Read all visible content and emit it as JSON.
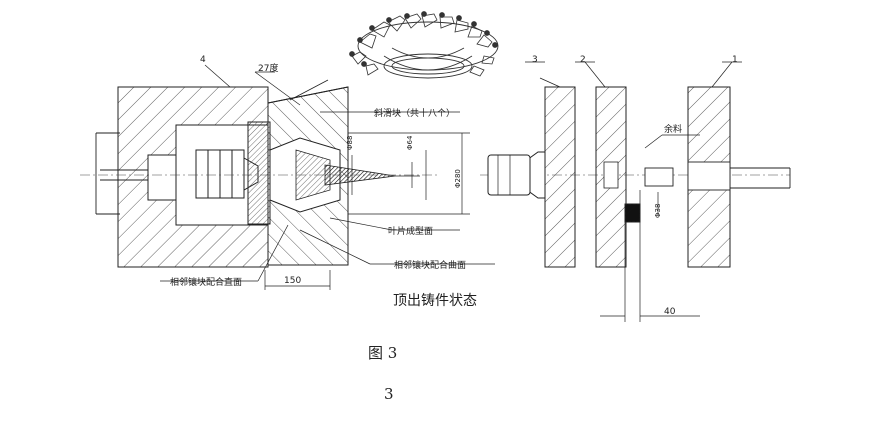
{
  "figure": {
    "part_numbers": [
      "4",
      "3",
      "2",
      "1"
    ],
    "labels": {
      "angle": "27度",
      "slide_block": "斜滑块（共十八个）",
      "blade_surface": "叶片成型面",
      "insert_curved": "相邻镶块配合曲面",
      "insert_straight": "相邻镶块配合直面",
      "remainder": "余料"
    },
    "dimensions": {
      "d1": "Φ88",
      "d2": "Φ64",
      "d3": "Φ280",
      "d4": "Φ38",
      "len_150": "150",
      "len_40": "40"
    },
    "state_caption": "顶出铸件状态",
    "figure_caption": "图 3",
    "page_number": "3"
  }
}
